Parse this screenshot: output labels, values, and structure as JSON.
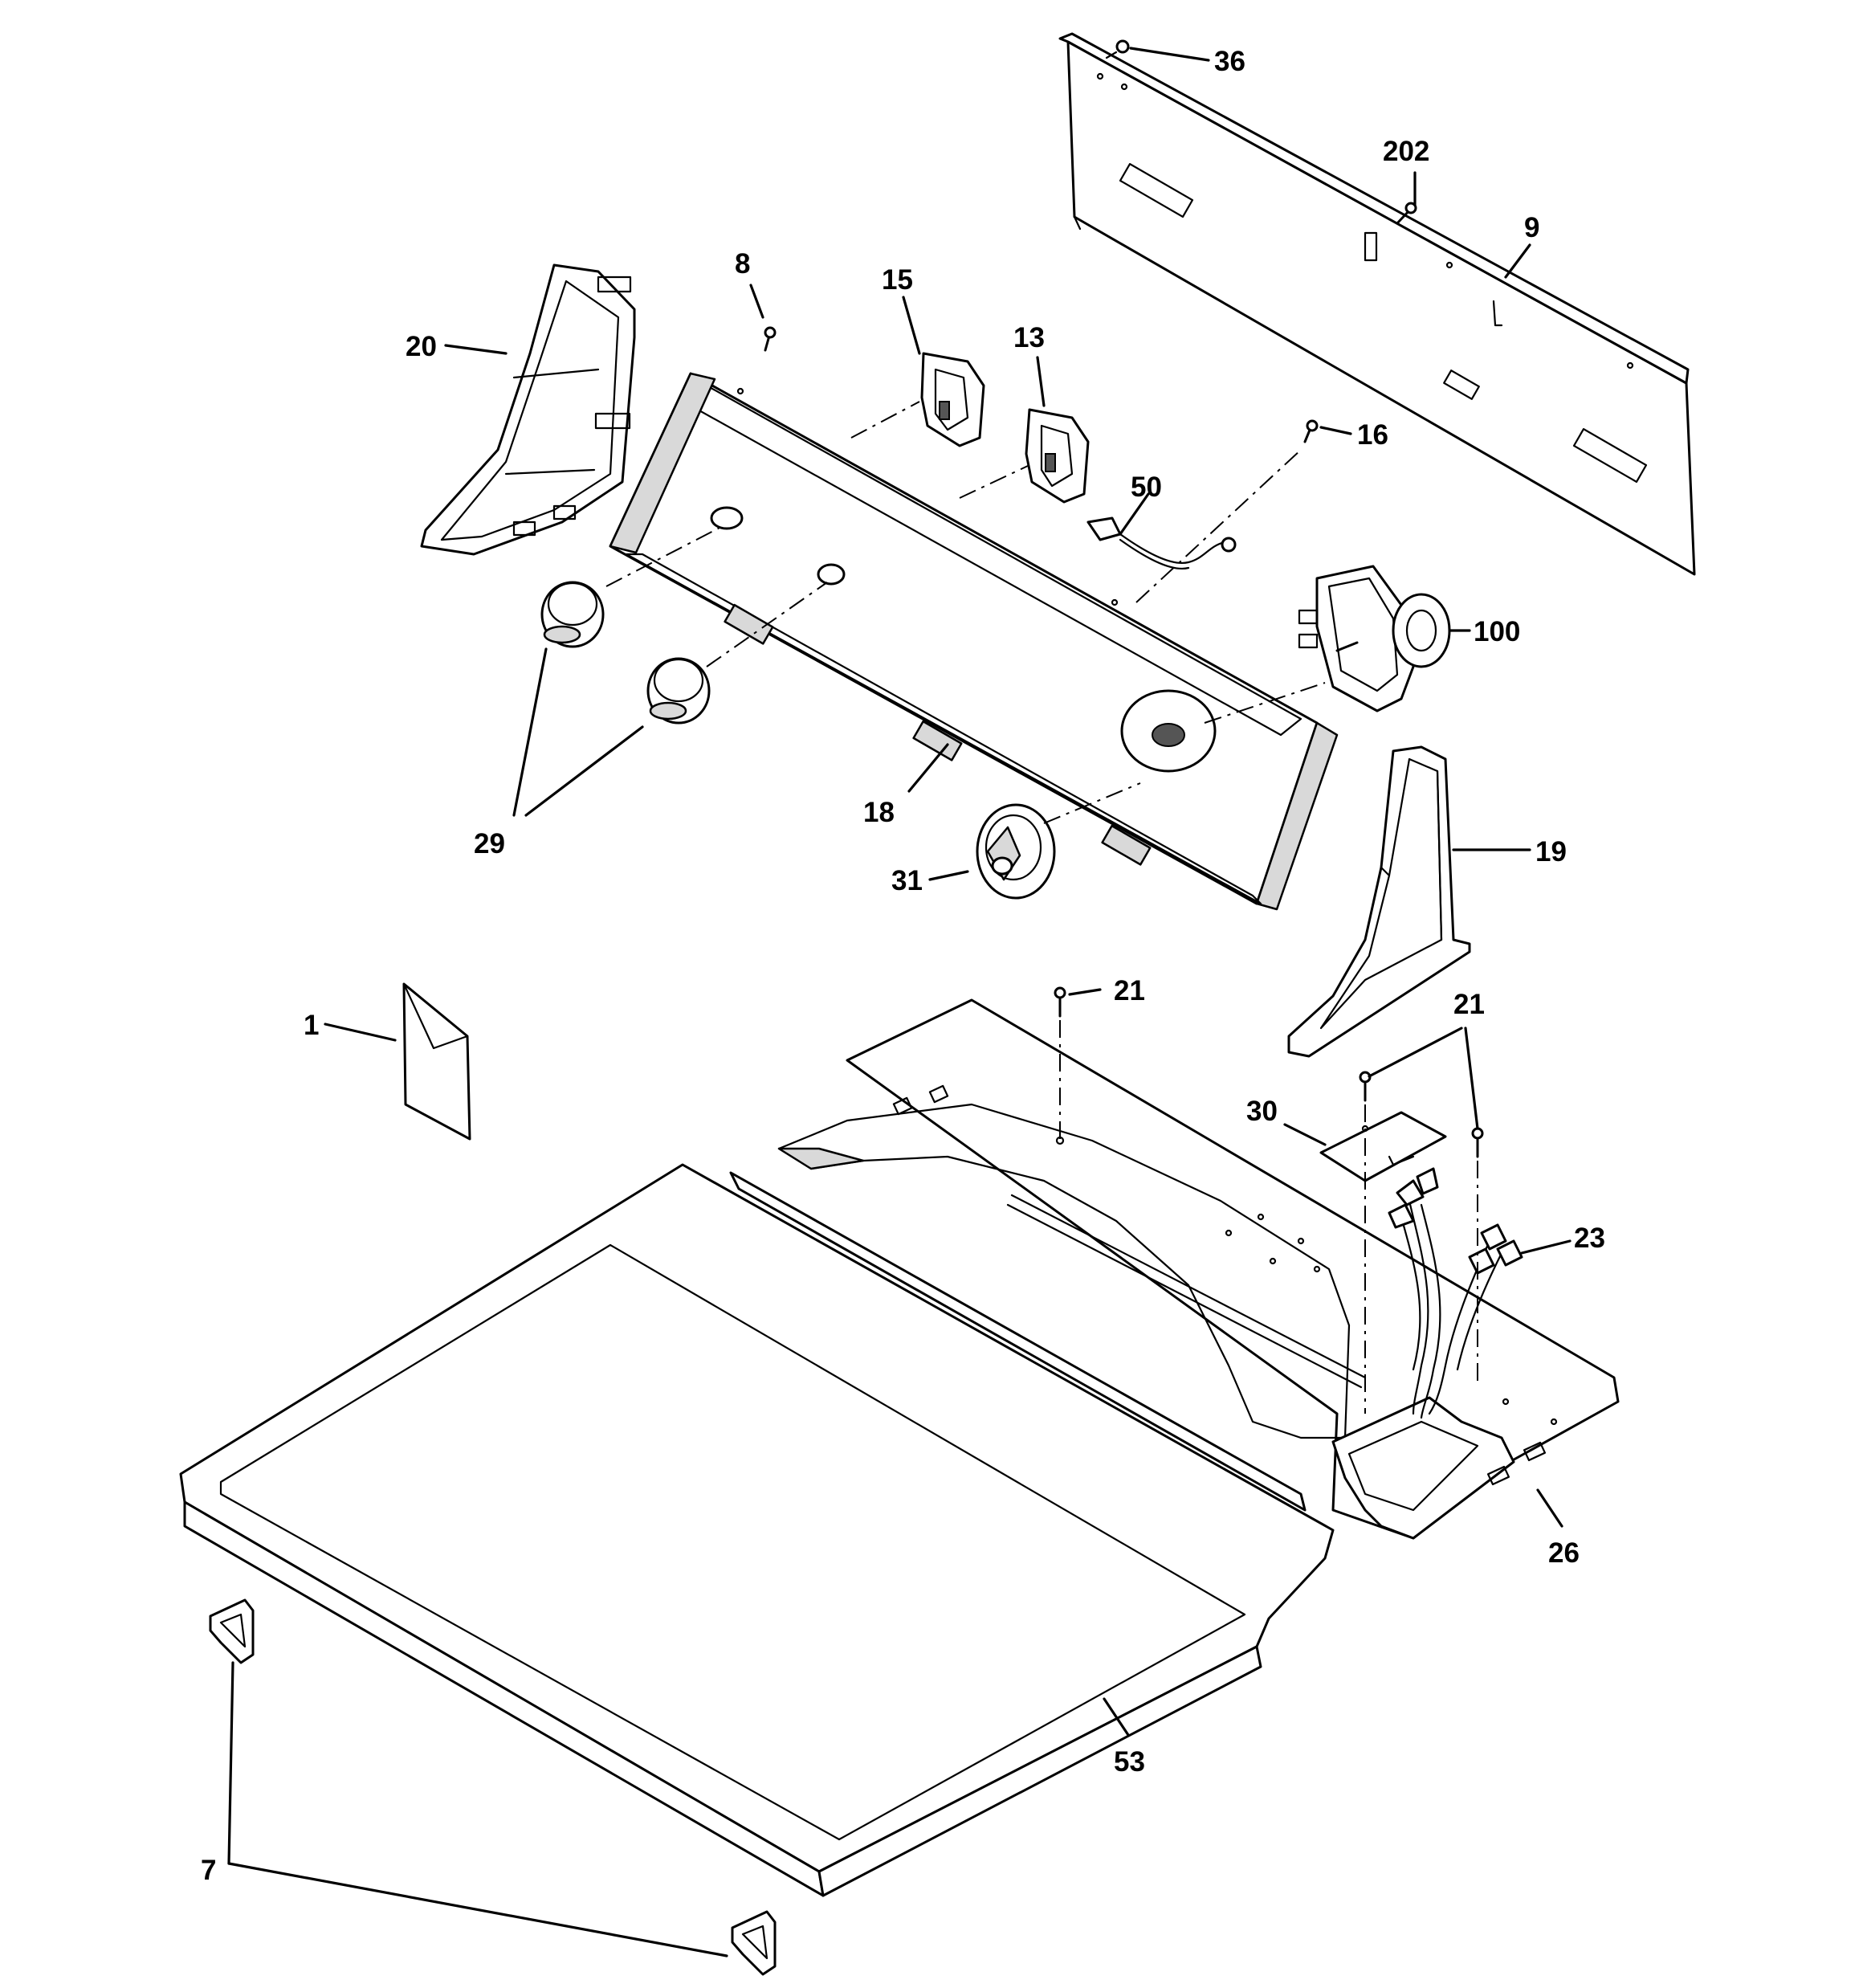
{
  "diagram": {
    "callouts": {
      "c36": "36",
      "c202": "202",
      "c9": "9",
      "c8": "8",
      "c15": "15",
      "c13": "13",
      "c16": "16",
      "c20": "20",
      "c50": "50",
      "c100": "100",
      "c18": "18",
      "c29": "29",
      "c31": "31",
      "c19": "19",
      "c21a": "21",
      "c21b": "21",
      "c1": "1",
      "c30": "30",
      "c23": "23",
      "c26": "26",
      "c53": "53",
      "c7": "7"
    }
  }
}
